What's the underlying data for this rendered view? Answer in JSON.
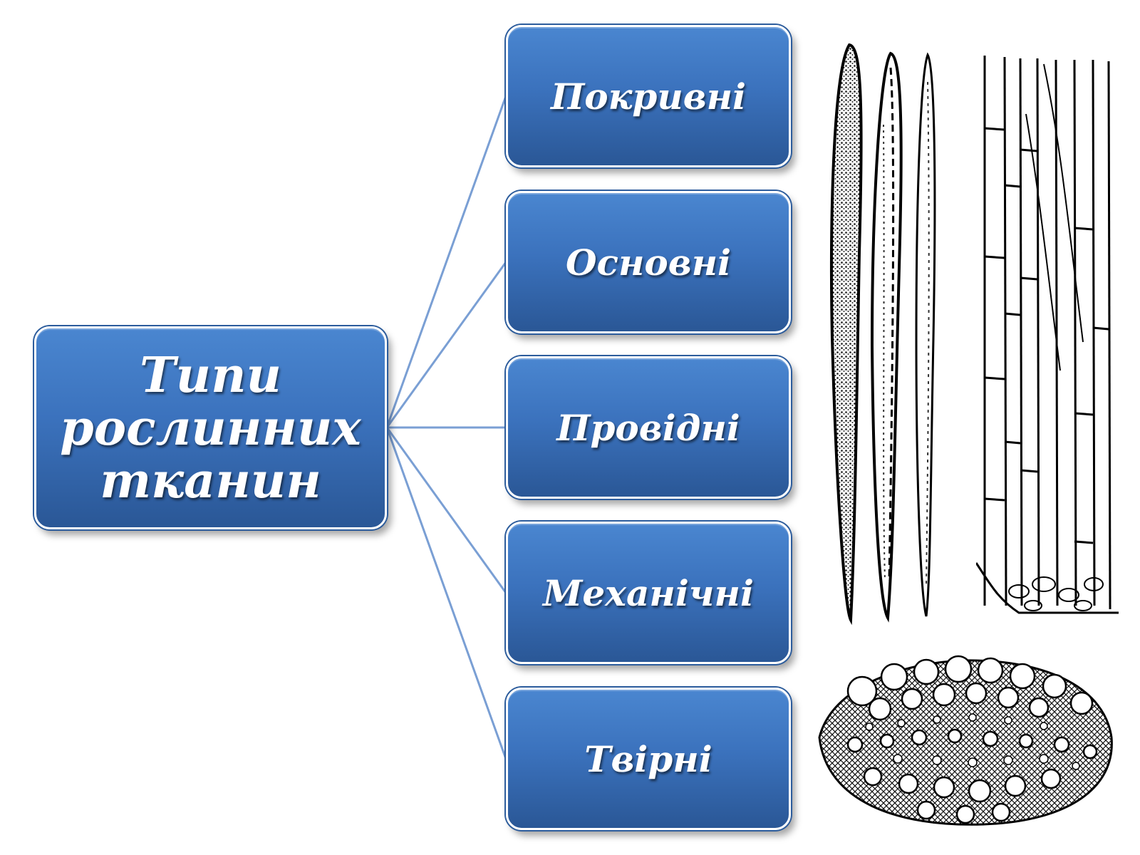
{
  "diagram": {
    "root": {
      "label": "Типи рослинних тканин",
      "lines": [
        "Типи",
        "рослинних",
        "тканин"
      ]
    },
    "children": [
      {
        "label": "Покривні"
      },
      {
        "label": "Основні"
      },
      {
        "label": "Провідні"
      },
      {
        "label": "Механічні"
      },
      {
        "label": "Твірні"
      }
    ],
    "colors": {
      "box": "#3b72bd",
      "box_border": "#ffffff",
      "connector": "#7a9fd4",
      "text": "#ffffff"
    }
  },
  "illustrations": [
    {
      "name": "elongated-fiber-cells-drawing"
    },
    {
      "name": "longitudinal-tissue-section-drawing"
    },
    {
      "name": "cross-section-cells-drawing"
    }
  ]
}
